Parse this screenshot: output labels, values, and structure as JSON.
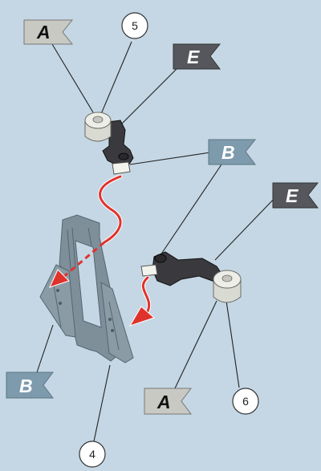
{
  "diagram": {
    "flags": [
      {
        "id": "flag-a-top",
        "letter": "A"
      },
      {
        "id": "flag-e-top",
        "letter": "E"
      },
      {
        "id": "flag-b-top",
        "letter": "B"
      },
      {
        "id": "flag-e-right",
        "letter": "E"
      },
      {
        "id": "flag-b-left",
        "letter": "B"
      },
      {
        "id": "flag-a-bottom",
        "letter": "A"
      }
    ],
    "callouts": [
      {
        "id": "callout-5",
        "number": "5"
      },
      {
        "id": "callout-6",
        "number": "6"
      },
      {
        "id": "callout-4",
        "number": "4"
      }
    ]
  },
  "colors": {
    "background": "#c5d7e4",
    "flag_grey": "#c9c9c3",
    "flag_dark": "#55575c",
    "flag_blue": "#7e9bad",
    "arrow_red": "#e0322c",
    "leader": "#222222"
  }
}
